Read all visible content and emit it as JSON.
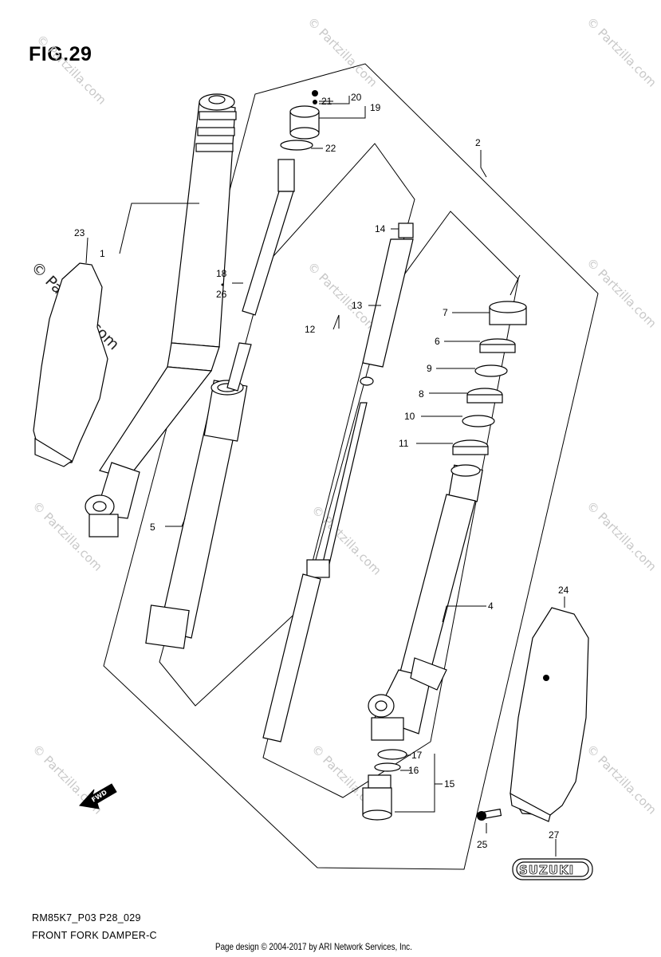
{
  "figure": {
    "title": "FIG.29",
    "code": "RM85K7_P03 P28_029",
    "name": "FRONT FORK DAMPER-C"
  },
  "copyright": "Page design © 2004-2017 by ARI Network Services, Inc.",
  "watermark": {
    "text": "© Partzilla.com"
  },
  "brand_label": "SUZUKI",
  "fwd_label": "FWD",
  "callouts": [
    "1",
    "2",
    "4",
    "5",
    "6",
    "7",
    "8",
    "9",
    "10",
    "11",
    "12",
    "13",
    "14",
    "15",
    "16",
    "17",
    "18",
    "19",
    "20",
    "21",
    "22",
    "23",
    "24",
    "25",
    "26",
    "27"
  ]
}
